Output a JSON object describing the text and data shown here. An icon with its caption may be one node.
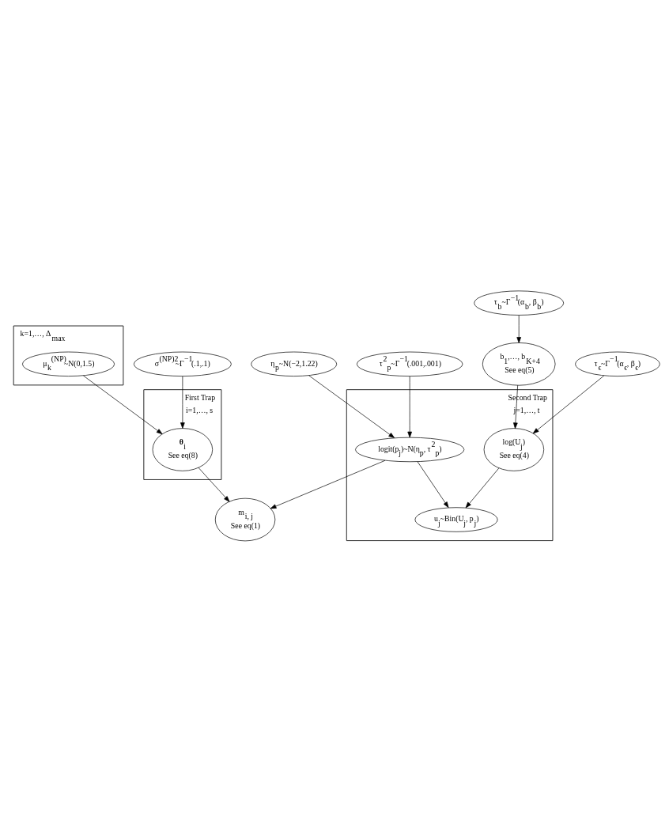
{
  "diagram": {
    "nodes": [
      {
        "text": [
          "k=1,…, Δ$_{max}$"
        ]
      },
      {
        "text": [
          "μ$_{k}$$^{(NP)}$~N(0,1.5)"
        ],
        "in": 0
      },
      {
        "text": [
          "σ$^{(NP)2}$~Γ$^{−1}$(.1,.1)"
        ]
      },
      {
        "text": [
          "First Trap",
          "i=1,…, s"
        ]
      },
      {
        "text": [
          "**θ**$_{i}$",
          "See eq(8)"
        ],
        "in": 3
      },
      {
        "text": [
          "Second Trap",
          "j=1,…, t"
        ]
      },
      {
        "text": [
          "m$_{i, j}$",
          "See eq(1)"
        ]
      },
      {
        "text": [
          "u$_{j}$~Bin(U$_{j}$, p$_{j}$)"
        ],
        "in": 5
      },
      {
        "text": [
          "log(U$_{j}$)",
          "See eq(4)"
        ],
        "in": 5
      },
      {
        "text": [
          "logit(p$_{j}$)~N(η$_{p}$, τ$^{2}$$_{p}$)"
        ],
        "in": 5
      },
      {
        "text": [
          "b$_{1}$,…, b$_{K+4}$",
          "See eq(5)"
        ]
      },
      {
        "text": [
          "τ$_{ϵ}$~Γ$^{−1}$(α$_{ϵ}$, β$_{ϵ}$)"
        ]
      },
      {
        "text": [
          "η$_{p}$~N(−2,1.22)"
        ]
      },
      {
        "text": [
          "τ$^{2}$$_{p}$~Γ$^{−1}$(.001,.001)"
        ]
      },
      {
        "text": [
          "τ$_{b}$~Γ$^{−1}$(α$_{b}$, β$_{b}$)"
        ]
      }
    ],
    "edges": [
      {
        "from": 1,
        "to": 4,
        "arrow": "to"
      },
      {
        "from": 2,
        "to": 4,
        "arrow": "to"
      },
      {
        "from": 4,
        "to": 6,
        "arrow": "to"
      },
      {
        "from": 9,
        "to": 6,
        "arrow": "to"
      },
      {
        "from": 9,
        "to": 7,
        "arrow": "to"
      },
      {
        "from": 8,
        "to": 7,
        "arrow": "to"
      },
      {
        "from": 10,
        "to": 8,
        "arrow": "to"
      },
      {
        "from": 11,
        "to": 8,
        "arrow": "to"
      },
      {
        "from": 12,
        "to": 9,
        "arrow": "to"
      },
      {
        "from": 13,
        "to": 9,
        "arrow": "to"
      },
      {
        "from": 14,
        "to": 10,
        "arrow": "to"
      }
    ]
  }
}
